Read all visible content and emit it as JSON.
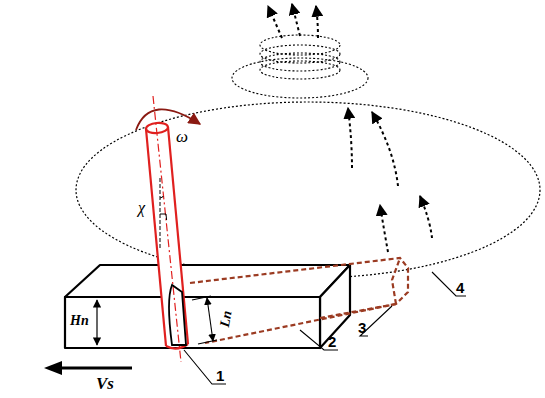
{
  "diagram": {
    "labels": [
      "ω",
      "χ",
      "Hп",
      "Lп",
      "Vs",
      "1",
      "2",
      "3",
      "4"
    ]
  }
}
